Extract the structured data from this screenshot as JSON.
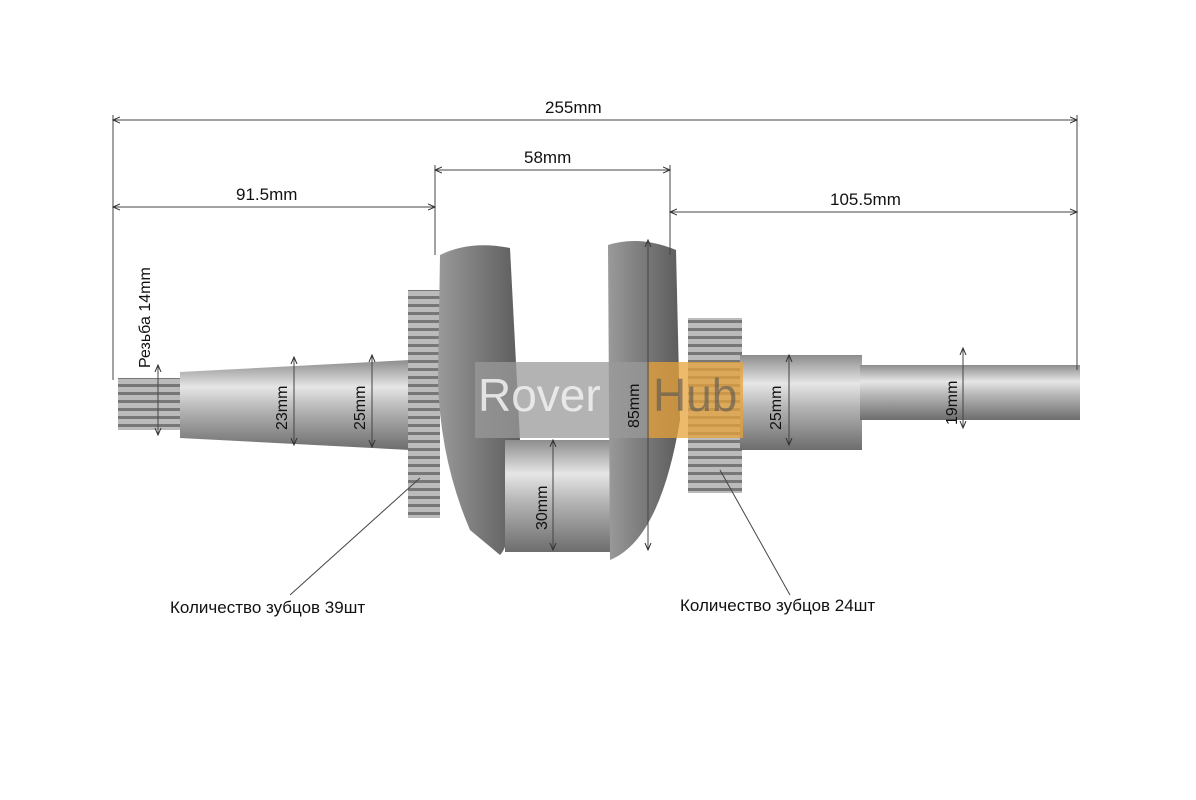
{
  "dimensions": {
    "overall_length": "255mm",
    "crank_width": "58mm",
    "left_shaft_length": "91.5mm",
    "right_shaft_length": "105.5mm",
    "thread": "Резьба 14mm",
    "taper_diameter": "23mm",
    "left_journal_diameter": "25mm",
    "crankpin_diameter": "30mm",
    "web_height": "85mm",
    "right_journal_diameter": "25mm",
    "output_shaft_diameter": "19mm"
  },
  "callouts": {
    "left_gear": "Количество зубцов 39шт",
    "right_gear": "Количество зубцов 24шт"
  },
  "watermark": {
    "part1": "Rover",
    "part2": "Hub",
    "accent": "#e8a23a"
  }
}
